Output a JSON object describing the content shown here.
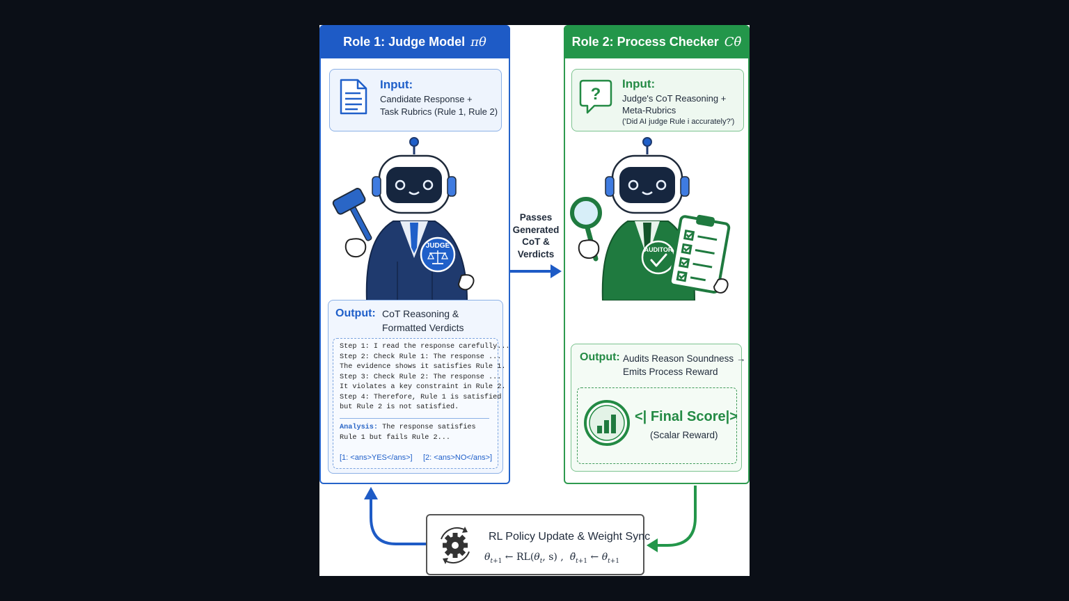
{
  "role1": {
    "header": "Role 1: Judge Model",
    "header_symbol": "πθ",
    "input_title": "Input:",
    "input_lines": [
      "Candidate Response +",
      "Task Rubrics (Rule 1, Rule 2)"
    ],
    "robot_badge": "JUDGE",
    "output_title": "Output:",
    "output_desc": [
      "CoT Reasoning &",
      "Formatted Verdicts"
    ],
    "cot_lines": [
      "Step 1: I read the response carefully...",
      "Step 2: Check Rule 1: The response ...",
      "The evidence shows it satisfies Rule 1.",
      "Step 3: Check Rule 2: The response ...",
      "It violates a key constraint in Rule 2.",
      "Step 4: Therefore, Rule 1 is satisfied",
      "but Rule 2 is not satisfied."
    ],
    "analysis_label": "Analysis:",
    "analysis_line1": "The response satisfies",
    "analysis_line2": "Rule 1 but fails Rule 2...",
    "verdict1": "[1: <ans>YES</ans>]",
    "verdict2": "[2: <ans>NO</ans>]"
  },
  "role2": {
    "header": "Role 2: Process Checker",
    "header_symbol": "Cθ̄",
    "input_title": "Input:",
    "input_lines": [
      "Judge's CoT Reasoning +",
      "Meta-Rubrics"
    ],
    "input_note": "('Did AI judge Rule i accurately?')",
    "robot_badge": "AUDITOR",
    "output_title": "Output:",
    "output_desc": [
      "Audits Reason Soundness →",
      "Emits Process Reward"
    ],
    "score_title": "<| Final Score|>",
    "score_sub": "(Scalar Reward)"
  },
  "passes_label": [
    "Passes",
    "Generated",
    "CoT &",
    "Verdicts"
  ],
  "update": {
    "title": "RL Policy Update & Weight Sync"
  },
  "colors": {
    "blue": "#1e5bc6",
    "green": "#23964a",
    "navy": "#1f3a6e",
    "robe_green": "#1f7a3f"
  },
  "icons": [
    "document-icon",
    "question-bubble-icon",
    "gavel-icon",
    "magnifier-icon",
    "clipboard-icon",
    "bar-chart-icon",
    "gear-icon"
  ]
}
